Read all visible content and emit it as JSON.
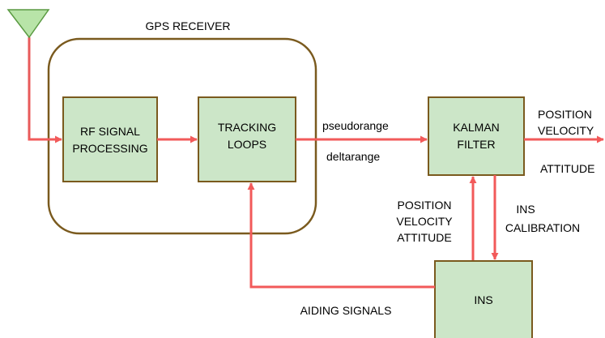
{
  "colors": {
    "block_fill": "#cce6c8",
    "block_border": "#7a5a1e",
    "group_border": "#7a5a1e",
    "antenna_fill": "#b8e4a8",
    "antenna_border": "#5a9a42",
    "antenna_mast": "#e85a5a",
    "arrow": "#f25a5a"
  },
  "icons": {
    "antenna": "antenna-icon"
  },
  "group": {
    "title": "GPS RECEIVER"
  },
  "blocks": {
    "rf": {
      "line1": "RF SIGNAL",
      "line2": "PROCESSING"
    },
    "tracking": {
      "line1": "TRACKING",
      "line2": "LOOPS"
    },
    "kalman": {
      "line1": "KALMAN",
      "line2": "FILTER"
    },
    "ins": {
      "label": "INS"
    }
  },
  "labels": {
    "pseudorange": "pseudorange",
    "deltarange": "deltarange",
    "out_position": "POSITION",
    "out_velocity": "VELOCITY",
    "out_attitude": "ATTITUDE",
    "ins_position": "POSITION",
    "ins_velocity": "VELOCITY",
    "ins_attitude": "ATTITUDE",
    "ins_cal_1": "INS",
    "ins_cal_2": "CALIBRATION",
    "aiding": "AIDING SIGNALS"
  }
}
